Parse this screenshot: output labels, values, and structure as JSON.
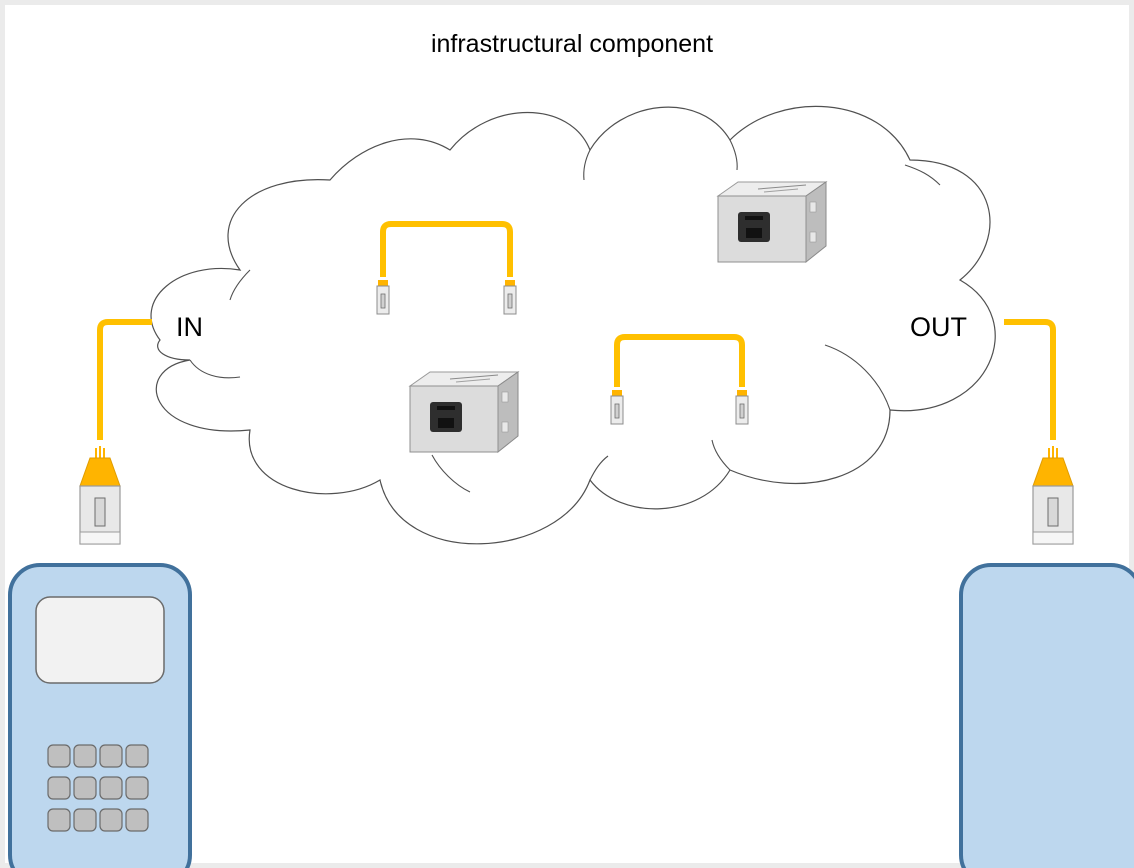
{
  "diagram": {
    "title": "infrastructural component",
    "in_label": "IN",
    "out_label": "OUT"
  },
  "colors": {
    "background": "#ffffff",
    "frame": "#ebebeb",
    "cloud_stroke": "#505050",
    "cable": "#ffc000",
    "cable_boot": "#ffb400",
    "plug_body": "#e6e6e6",
    "plug_stroke": "#8c8c8c",
    "device_fill": "#bdd7ee",
    "device_stroke": "#41719c",
    "screen_fill": "#f2f2f2",
    "key_fill": "#bfbfbf",
    "coupler_body": "#d4d4d4"
  },
  "icons": {
    "tester_main": "handheld-tester-icon",
    "tester_remote": "remote-unit-icon",
    "patch_cable": "patch-cable-icon",
    "coupler": "rj45-coupler-icon",
    "plug": "rj45-plug-icon"
  }
}
